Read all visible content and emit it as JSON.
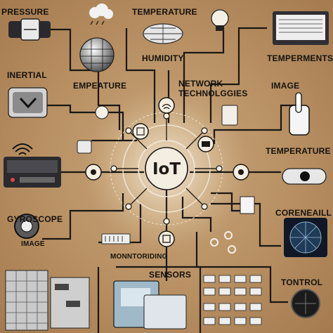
{
  "center": {
    "label": "IoT"
  },
  "labels": {
    "pressure": "PRESSURE",
    "temperature_top": "TEMPERATURE",
    "humidity": "HUMIDITY",
    "temperments": "TEMPERMENTS",
    "inertial": "INERTIAL",
    "empeature": "EMPEATURE",
    "network_1": "NETWORK",
    "network_2": "TECHNOLGGIES",
    "image_top": "IMAGE",
    "temperature_right": "TEMPERATURE",
    "gyroscope": "GYROSCOPE",
    "image_bottom": "IMAGE",
    "monitoring": "MONNTORIDING",
    "sensors": "SENSORS",
    "corenealll": "CORENEAILL",
    "tontrol": "TONTROL"
  },
  "colors": {
    "background": "#b78f62",
    "line": "#1b1712",
    "ring": "#efe4d2",
    "node": "#f4ede2",
    "device_dark": "#2a2a2e",
    "device_light": "#e9e9ea"
  }
}
